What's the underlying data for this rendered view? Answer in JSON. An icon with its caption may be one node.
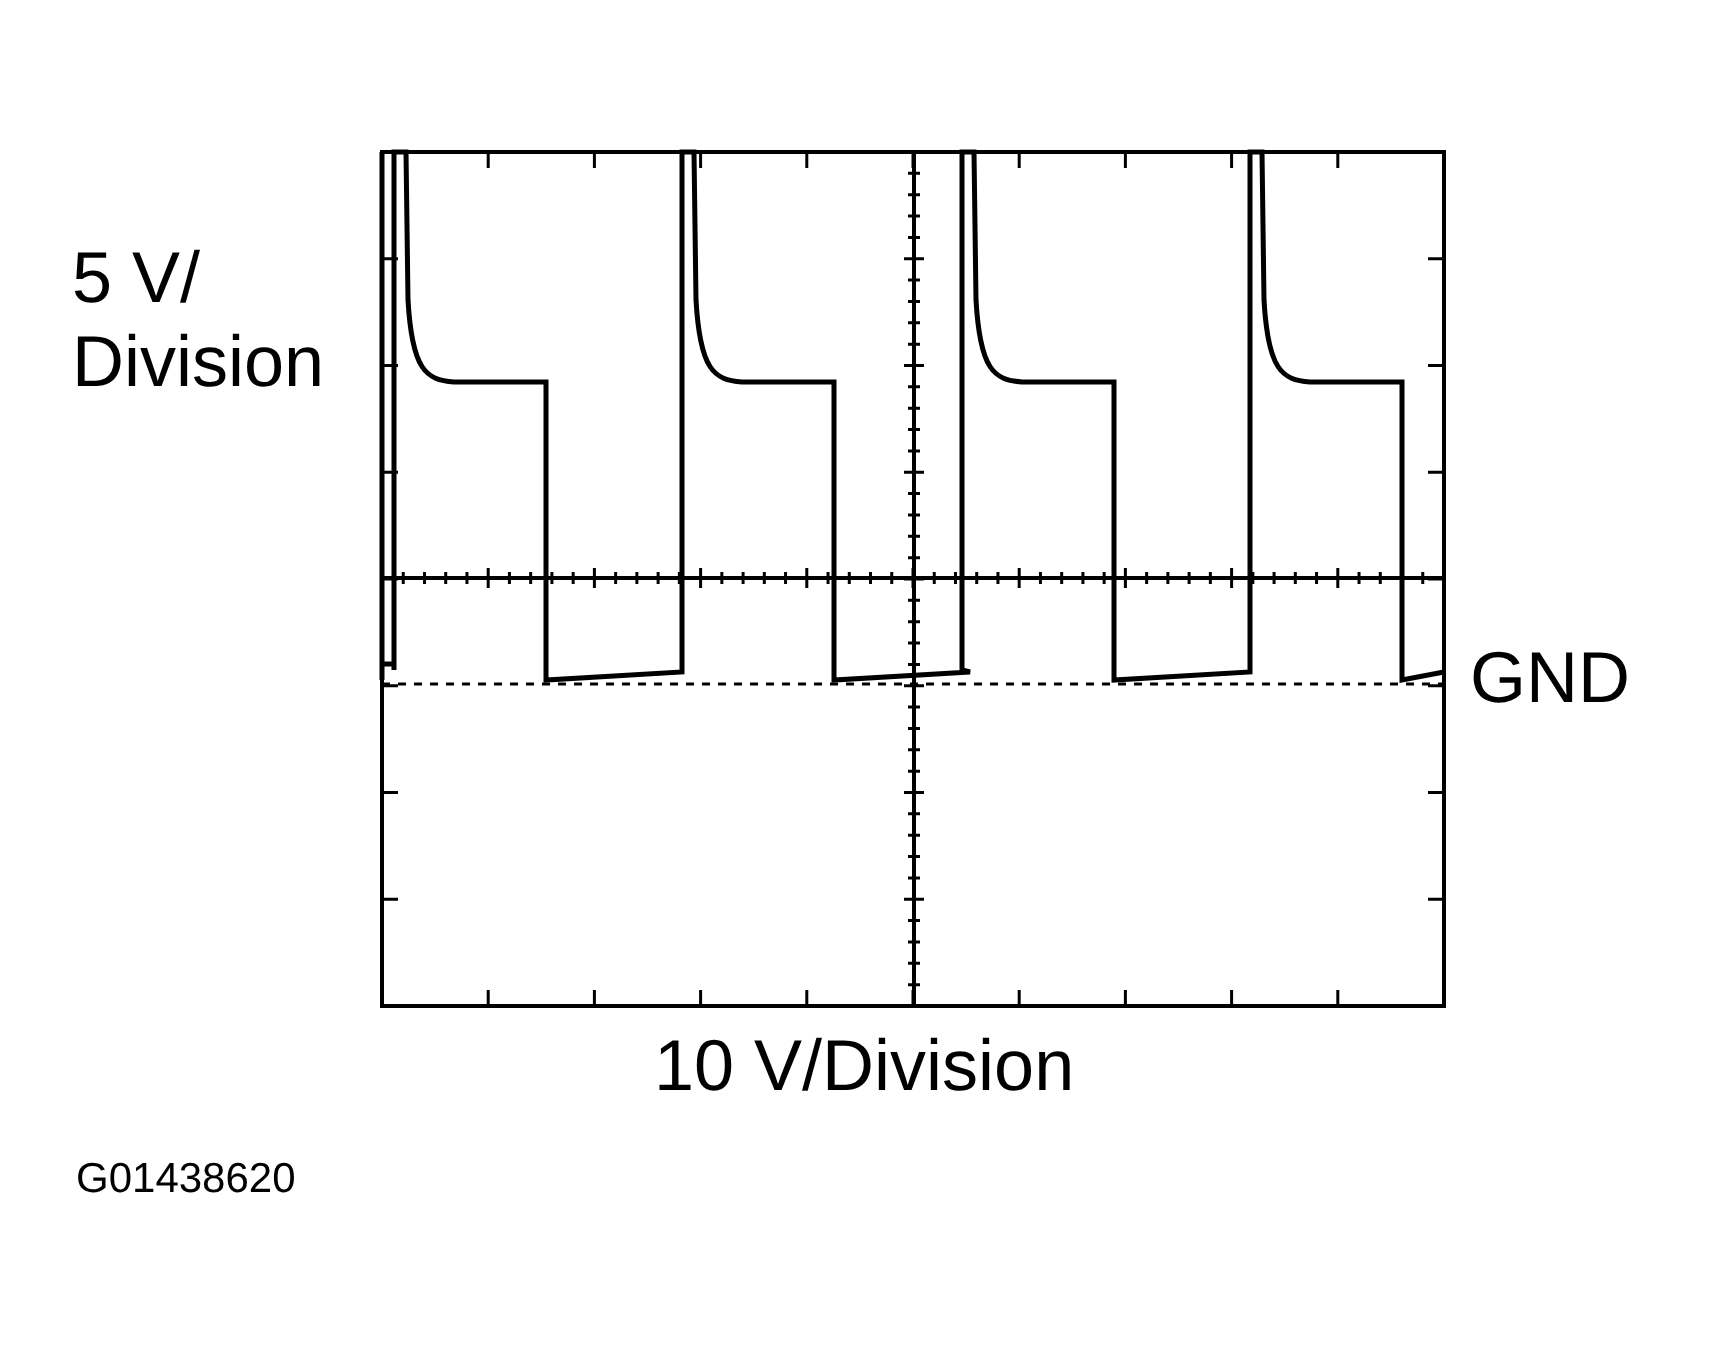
{
  "diagram": {
    "labels": [
      "5 V/ Division",
      "GND",
      "10 V/Division",
      "G01438620"
    ]
  }
}
